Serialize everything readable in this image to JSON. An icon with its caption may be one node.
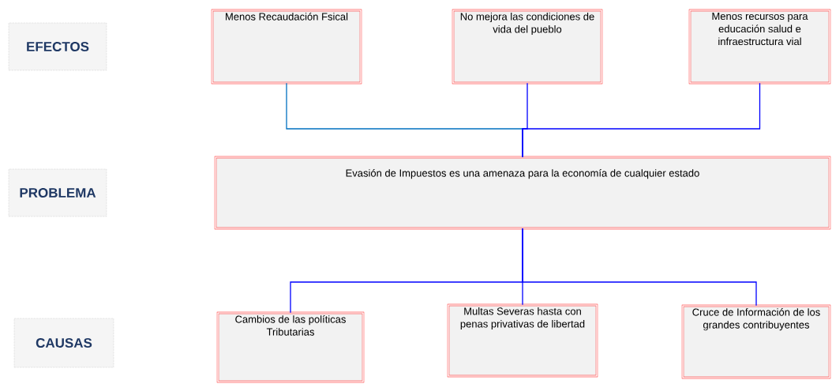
{
  "diagram": {
    "nodes": [
      {
        "text": [
          "EFECTOS"
        ]
      },
      {
        "text": [
          "Menos Recaudación Fsical"
        ]
      },
      {
        "text": [
          "No mejora las condiciones de vida del pueblo"
        ]
      },
      {
        "text": [
          "Menos recursos para educación salud e infraestructura vial"
        ]
      },
      {
        "text": [
          "PROBLEMA"
        ]
      },
      {
        "text": [
          "Evasión de Impuestos es una amenaza para la economía de cualquier estado"
        ]
      },
      {
        "text": [
          "CAUSAS"
        ]
      },
      {
        "text": [
          "Cambios de las políticas Tributarias"
        ]
      },
      {
        "text": [
          "Multas Severas hasta con penas privativas de libertad"
        ]
      },
      {
        "text": [
          "Cruce de Información de los grandes contribuyentes"
        ]
      }
    ],
    "edges": [
      {
        "from": 1,
        "to": 5,
        "arrow": "none",
        "color": "#0070c0"
      },
      {
        "from": 2,
        "to": 5,
        "arrow": "none"
      },
      {
        "from": 3,
        "to": 5,
        "arrow": "none"
      },
      {
        "from": 5,
        "to": 7,
        "arrow": "none"
      },
      {
        "from": 5,
        "to": 8,
        "arrow": "none"
      },
      {
        "from": 5,
        "to": 9,
        "arrow": "none"
      }
    ]
  }
}
